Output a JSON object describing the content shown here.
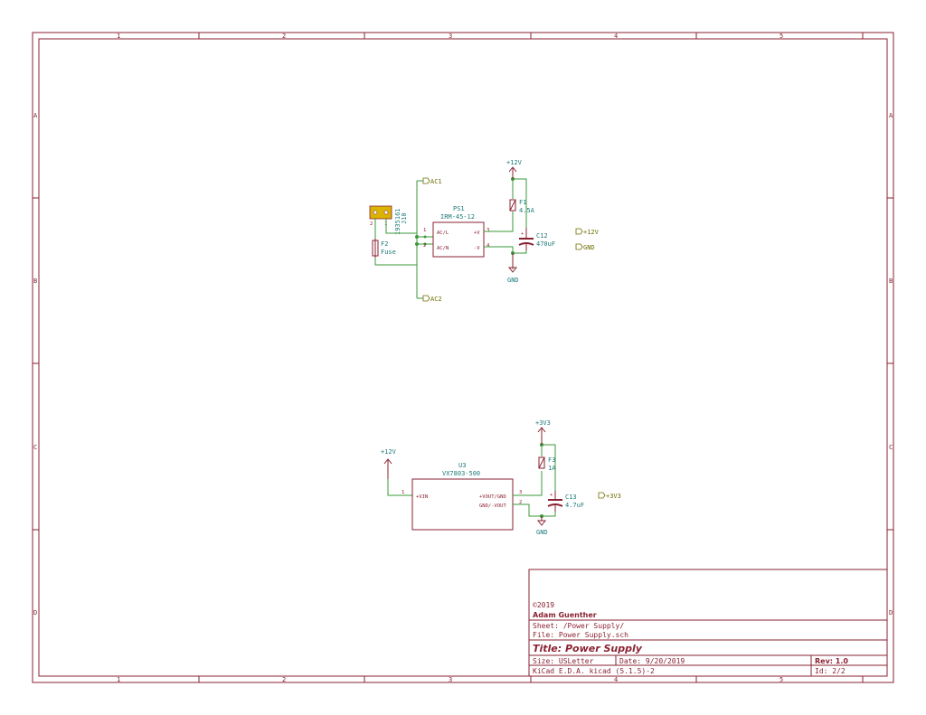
{
  "border": {
    "columns": [
      "1",
      "2",
      "3",
      "4",
      "5"
    ],
    "rows": [
      "A",
      "B",
      "C",
      "D"
    ]
  },
  "upper": {
    "ac1_label": "AC1",
    "ac2_label": "AC2",
    "j10_ref": "1935161",
    "j10_val": "J10",
    "j10_pin2": "2",
    "j10_pin1": "1",
    "f2_ref": "F2",
    "f2_val": "Fuse",
    "ps1_ref": "PS1",
    "ps1_val": "IRM-45-12",
    "ps1_pin_acl": "AC/L",
    "ps1_pin_acn": "AC/N",
    "ps1_pin_vp": "+V",
    "ps1_pin_vm": "-V",
    "ps1_pnum1": "1",
    "ps1_pnum2": "2",
    "ps1_pnum3": "3",
    "ps1_pnum4": "4",
    "plus12_top": "+12V",
    "f1_ref": "F1",
    "f1_val": "4.5A",
    "c12_ref": "C12",
    "c12_val": "470uF",
    "c12_plus": "+",
    "gnd1": "GND",
    "label_12v": "+12V",
    "label_gnd": "GND"
  },
  "lower": {
    "plus3v3": "+3V3",
    "plus12": "+12V",
    "u3_ref": "U3",
    "u3_val": "VX7803-500",
    "u3_pin_vin": "+VIN",
    "u3_pin_vout": "+VOUT/GND",
    "u3_pin_gnd": "GND/-VOUT",
    "u3_pnum1": "1",
    "u3_pnum3": "3",
    "u3_pnum2": "2",
    "f3_ref": "F3",
    "f3_val": "1A",
    "c13_ref": "C13",
    "c13_val": "4.7uF",
    "c13_plus": "+",
    "gnd2": "GND",
    "label_3v3": "+3V3"
  },
  "title_block": {
    "copyright": "©2019",
    "author": "Adam Guenther",
    "sheet": "Sheet: /Power Supply/",
    "file": "File: Power Supply.sch",
    "title": "Title: Power Supply",
    "size": "Size: USLetter",
    "date": "Date: 9/20/2019",
    "rev": "Rev: 1.0",
    "tool": "KiCad E.D.A.  kicad (5.1.5)-2",
    "id": "Id: 2/2"
  },
  "colors": {
    "frame": "#8a2232",
    "wire": "#3a9a3a",
    "reference": "#1e7a7a",
    "global_label": "#6e6e00",
    "connector_body": "#d9b400"
  }
}
